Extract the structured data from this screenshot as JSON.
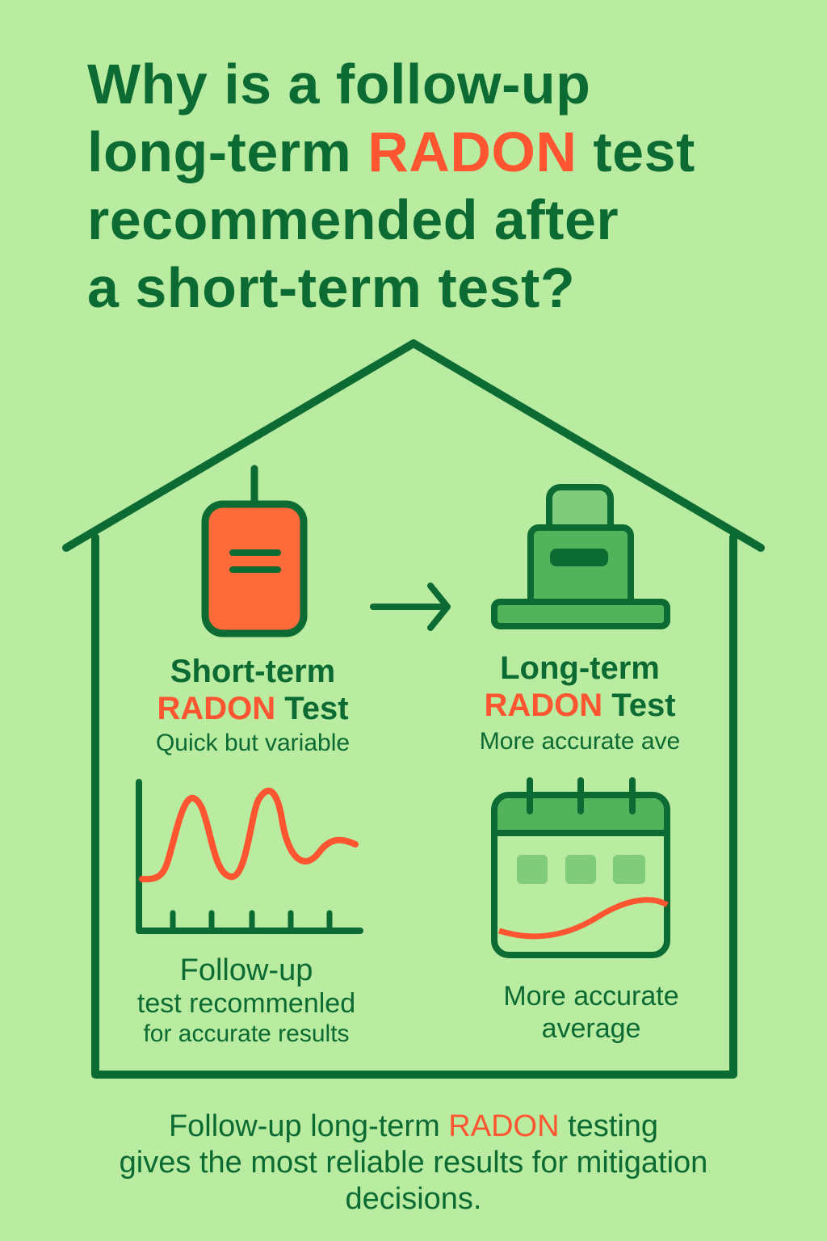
{
  "title": {
    "line1": "Why is a follow-up",
    "line2_pre": "long-term ",
    "line2_highlight": "RADON",
    "line2_post": " test",
    "line3": "recommended after",
    "line4": "a short-term test?"
  },
  "short_term": {
    "heading": "Short-term",
    "radon": "RADON",
    "test": " Test",
    "subtitle": "Quick but variable"
  },
  "long_term": {
    "heading": "Long-term",
    "radon": "RADON",
    "test": " Test",
    "subtitle": "More accurate ave"
  },
  "chart_caption": {
    "line1": "Follow-up",
    "line2": "test recommenled",
    "line3": "for accurate results"
  },
  "calendar_caption": {
    "line1": "More accurate",
    "line2": "average"
  },
  "footer": {
    "pre": "Follow-up long-term ",
    "highlight": "RADON",
    "post": " testing",
    "line2": "gives the most reliable results for mitigation",
    "line3": "decisions."
  },
  "colors": {
    "background": "#b9eba0",
    "dark_green": "#0b6b33",
    "accent": "#ff5530"
  }
}
